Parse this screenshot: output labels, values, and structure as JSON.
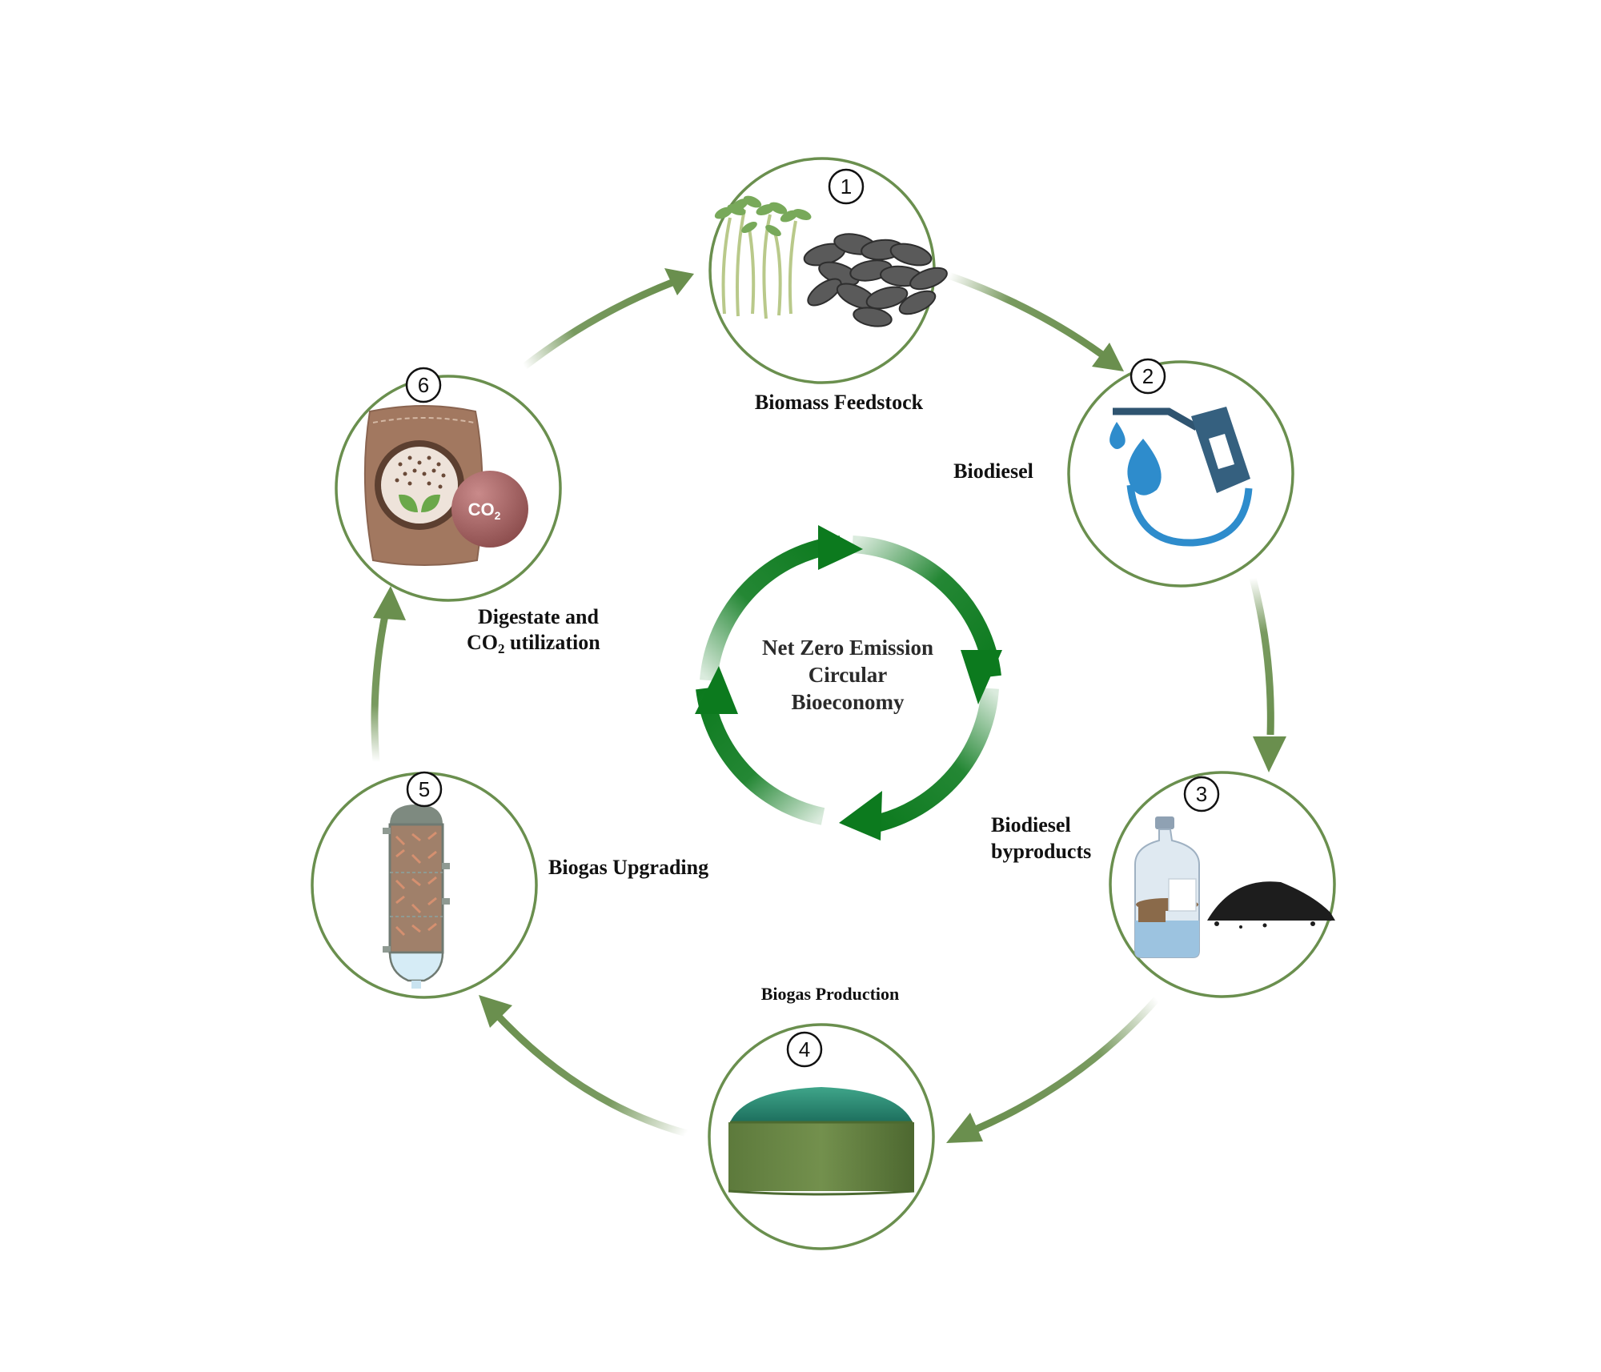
{
  "center": {
    "line1": "Net Zero Emission",
    "line2": "Circular",
    "line3": "Bioeconomy"
  },
  "stages": [
    {
      "number": "1",
      "label": "Biomass Feedstock",
      "icon": "seeds-sprouts-icon"
    },
    {
      "number": "2",
      "label": "Biodiesel",
      "icon": "fuel-pump-drop-icon"
    },
    {
      "number": "3",
      "label_line1": "Biodiesel",
      "label_line2": "byproducts",
      "icon": "bottle-and-char-icon"
    },
    {
      "number": "4",
      "label": "Biogas Production",
      "icon": "digester-tank-icon"
    },
    {
      "number": "5",
      "label": "Biogas Upgrading",
      "icon": "packed-column-icon"
    },
    {
      "number": "6",
      "label_line1": "Digestate and",
      "label_line2_pre": "CO",
      "label_line2_sub": "2",
      "label_line2_post": " utilization",
      "icon": "fertilizer-bag-co2-icon",
      "badge": "CO2"
    }
  ],
  "colors": {
    "ring_stroke": "#6a8f4e",
    "outer_arrow": "#6a8f4e",
    "center_arrow": "#0c7a1e",
    "text": "#111111"
  }
}
